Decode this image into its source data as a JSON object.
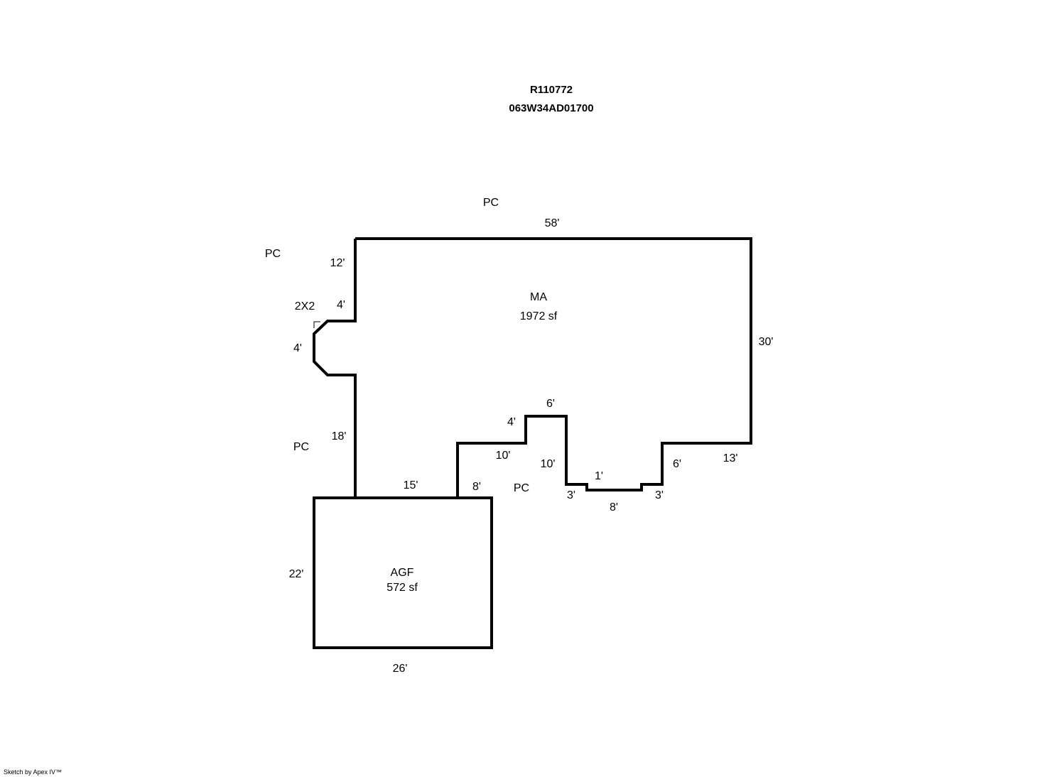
{
  "header": {
    "record_id": "R110772",
    "parcel_number": "063W34AD01700"
  },
  "areas": [
    {
      "code": "MA",
      "area": "1972 sf"
    },
    {
      "code": "AGF",
      "area": "572 sf"
    }
  ],
  "labels": {
    "pc_top": "PC",
    "pc_left_top": "PC",
    "pc_left_mid": "PC",
    "pc_bottom": "PC",
    "bay": "2X2"
  },
  "dimensions": {
    "ma_top": "58'",
    "ma_right": "30'",
    "ma_right_bottom": "13'",
    "step_6_right": "6'",
    "step_3_right": "3'",
    "bay_bottom": "8'",
    "bay_depth": "1'",
    "step_3_left": "3'",
    "inner_10_vert": "10'",
    "notch_top": "6'",
    "notch_left": "4'",
    "inner_10_horiz": "10'",
    "inner_8": "8'",
    "ma_bottom_15": "15'",
    "ma_left_18": "18'",
    "bay_width": "4'",
    "bay_top": "4'",
    "ma_left_12": "12'",
    "agf_left": "22'",
    "agf_bottom": "26'"
  },
  "footer": {
    "credit": "Sketch by Apex IV™"
  }
}
